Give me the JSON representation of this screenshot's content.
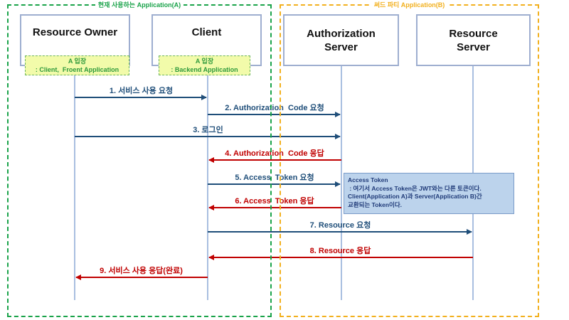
{
  "groups": {
    "a_label": "현재 사용하는 Application(A)",
    "b_label": "써드 파티 Application(B)",
    "a_color": "#1aa34a",
    "b_color": "#f2b01e"
  },
  "actors": {
    "resource_owner": "Resource Owner",
    "client": "Client",
    "authorization_server": [
      "Authorization",
      "Server"
    ],
    "resource_server": [
      "Resource",
      "Server"
    ]
  },
  "notes": {
    "resource_owner": {
      "line1": "A 입장",
      "line2": ": Client,  Froent Application"
    },
    "client": {
      "line1": "A 입장",
      "line2": ": Backend Application"
    }
  },
  "messages": [
    {
      "label": "1. 서비스 사용 요청",
      "color": "#1f4e79",
      "from": "resource_owner",
      "to": "client"
    },
    {
      "label": "2. Authorization  Code 요청",
      "color": "#1f4e79",
      "from": "client",
      "to": "authorization_server"
    },
    {
      "label": "3. 로그인",
      "color": "#1f4e79",
      "from": "resource_owner",
      "to": "authorization_server"
    },
    {
      "label": "4. Authorization  Code 응답",
      "color": "#c00000",
      "from": "authorization_server",
      "to": "client"
    },
    {
      "label": "5. Access  Token 요청",
      "color": "#1f4e79",
      "from": "client",
      "to": "authorization_server"
    },
    {
      "label": "6. Access  Token 응답",
      "color": "#c00000",
      "from": "authorization_server",
      "to": "client"
    },
    {
      "label": "7. Resource 요청",
      "color": "#1f4e79",
      "from": "client",
      "to": "resource_server"
    },
    {
      "label": "8. Resource 응답",
      "color": "#c00000",
      "from": "resource_server",
      "to": "client"
    },
    {
      "label": "9. 서비스 사용 응답(완료)",
      "color": "#c00000",
      "from": "client",
      "to": "resource_owner"
    }
  ],
  "token_note": {
    "title": "Access Token",
    "line1": " : 여기서 Access Token은 JWT와는 다른 토큰이다.",
    "line2": "Client(Application A)과 Server(Application B)간",
    "line3": "교환되는 Token이다."
  },
  "colors": {
    "lifeline": "#a9bfe0",
    "request": "#1f4e79",
    "response": "#c00000"
  }
}
